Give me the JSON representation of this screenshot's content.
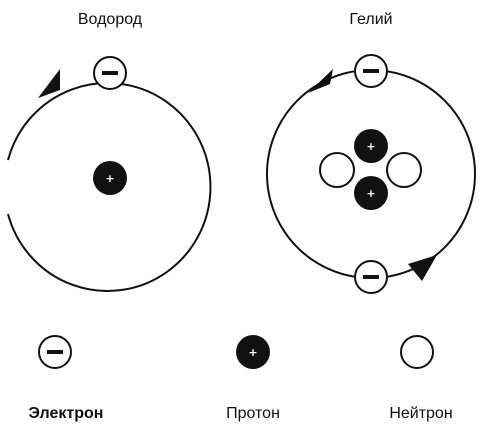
{
  "atoms": {
    "hydrogen": {
      "label": "Водород"
    },
    "helium": {
      "label": "Гелий"
    }
  },
  "legend": {
    "electron": {
      "label": "Электрон"
    },
    "proton": {
      "label": "Протон"
    },
    "neutron": {
      "label": "Нейтрон"
    }
  },
  "symbols": {
    "proton_sign": "+"
  },
  "colors": {
    "ink": "#111111",
    "background": "#ffffff"
  }
}
